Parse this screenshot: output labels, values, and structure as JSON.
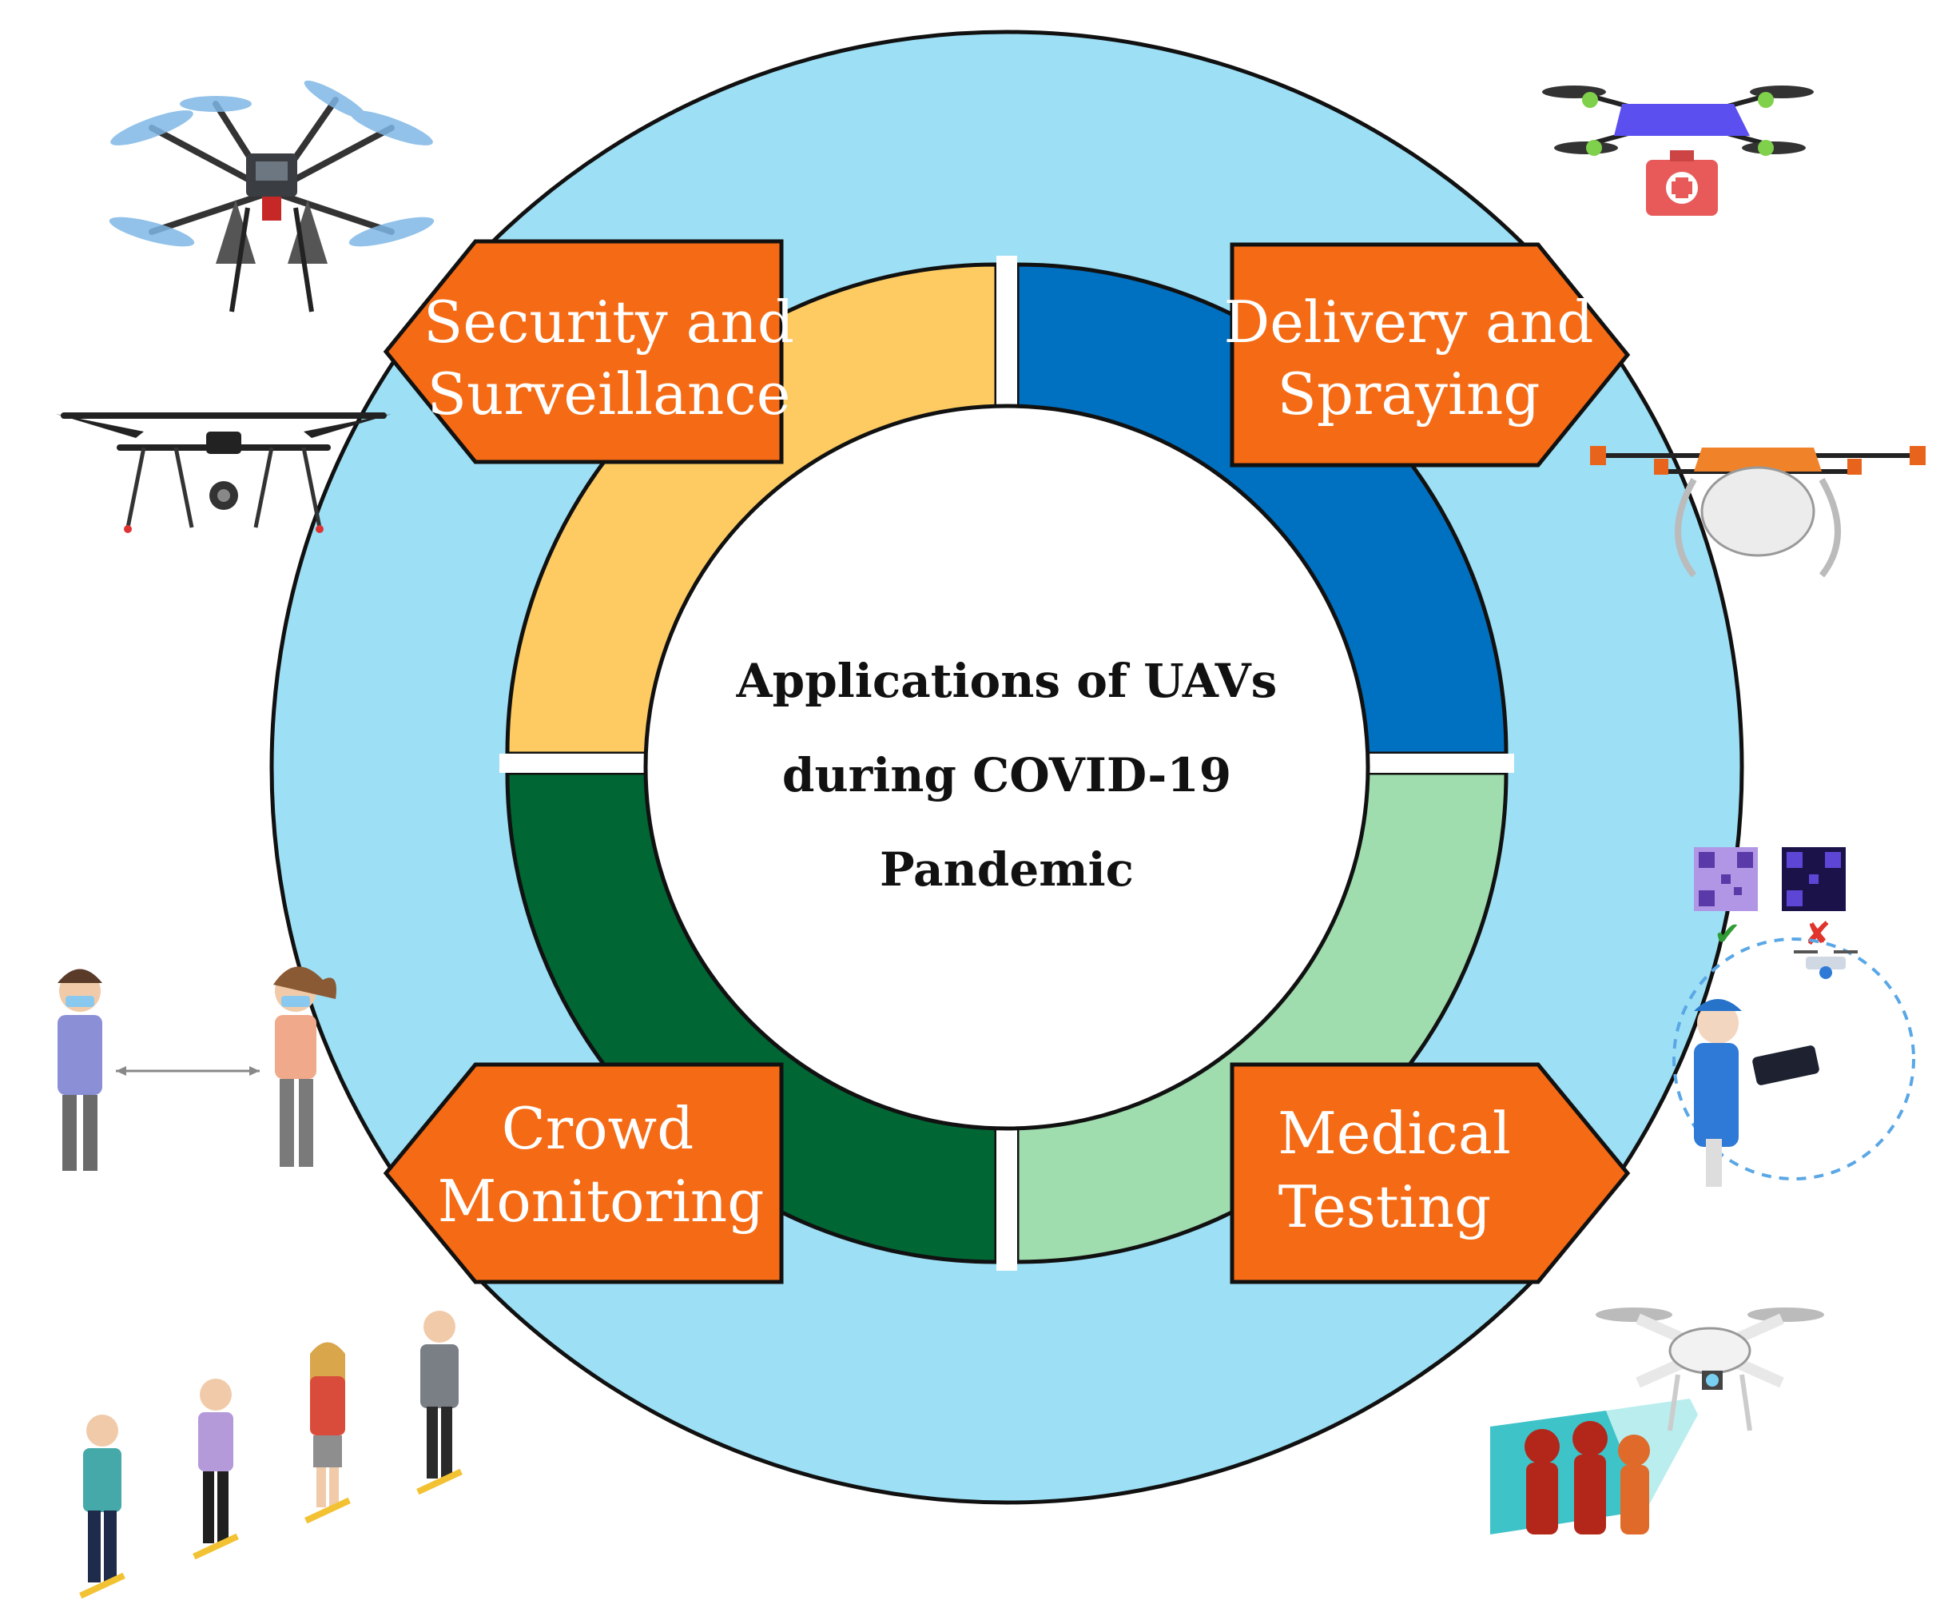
{
  "center": {
    "line1": "Applications of UAVs",
    "line2": "during COVID-19",
    "line3": "Pandemic"
  },
  "categories": [
    {
      "id": "security",
      "line1": "Security and",
      "line2": "Surveillance",
      "ring_color": "#fdcb62"
    },
    {
      "id": "delivery",
      "line1": "Delivery and",
      "line2": "Spraying",
      "ring_color": "#0070c0"
    },
    {
      "id": "crowd",
      "line1": "Crowd",
      "line2": "Monitoring",
      "ring_color": "#006633"
    },
    {
      "id": "medical",
      "line1": "Medical",
      "line2": "Testing",
      "ring_color": "#9fdcae"
    }
  ],
  "colors": {
    "outer_ring": "#9ddff5",
    "label_fill": "#f56a14",
    "outline": "#111111"
  },
  "icons": [
    "hexacopter-loudspeaker-drone-icon",
    "camera-surveillance-drone-icon",
    "medical-kit-delivery-drone-icon",
    "spraying-drone-icon",
    "qr-code-icon",
    "drone-operator-icon",
    "social-distancing-people-icon",
    "queue-of-people-icon",
    "thermal-screening-drone-icon"
  ],
  "checkmark_symbol": "✔",
  "cross_symbol": "✘"
}
